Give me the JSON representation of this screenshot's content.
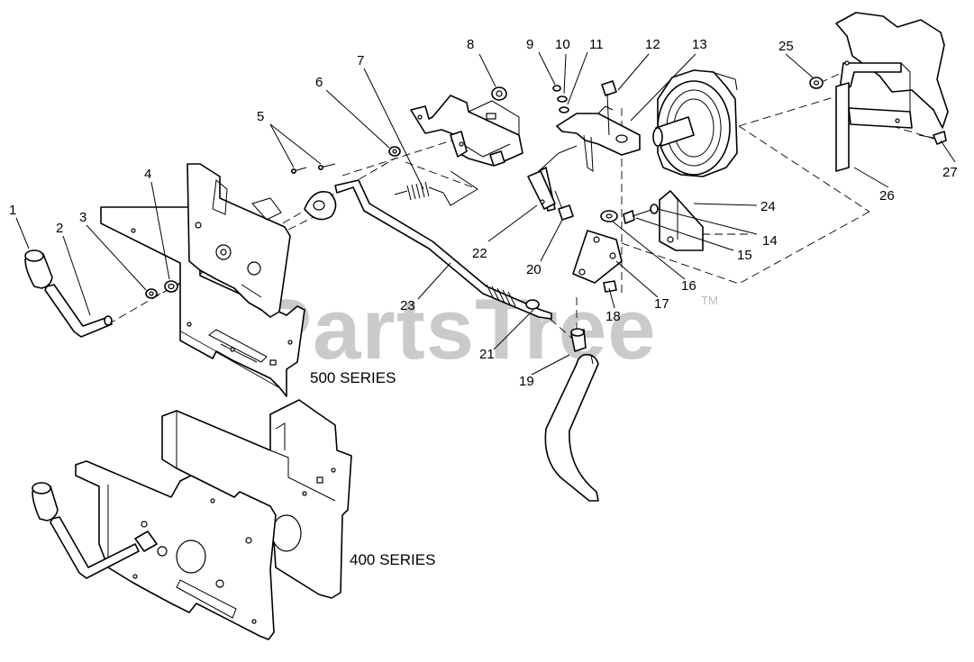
{
  "watermark": {
    "text": "PartsTree",
    "trademark": "TM"
  },
  "series_labels": {
    "s500": "500 SERIES",
    "s400": "400 SERIES"
  },
  "callouts": {
    "c1": "1",
    "c2": "2",
    "c3": "3",
    "c4": "4",
    "c5": "5",
    "c6": "6",
    "c7": "7",
    "c8": "8",
    "c9": "9",
    "c10": "10",
    "c11": "11",
    "c12": "12",
    "c13": "13",
    "c14": "14",
    "c15": "15",
    "c16": "16",
    "c17": "17",
    "c18": "18",
    "c19": "19",
    "c20": "20",
    "c21": "21",
    "c22": "22",
    "c23": "23",
    "c24": "24",
    "c25": "25",
    "c26": "26",
    "c27": "27"
  }
}
